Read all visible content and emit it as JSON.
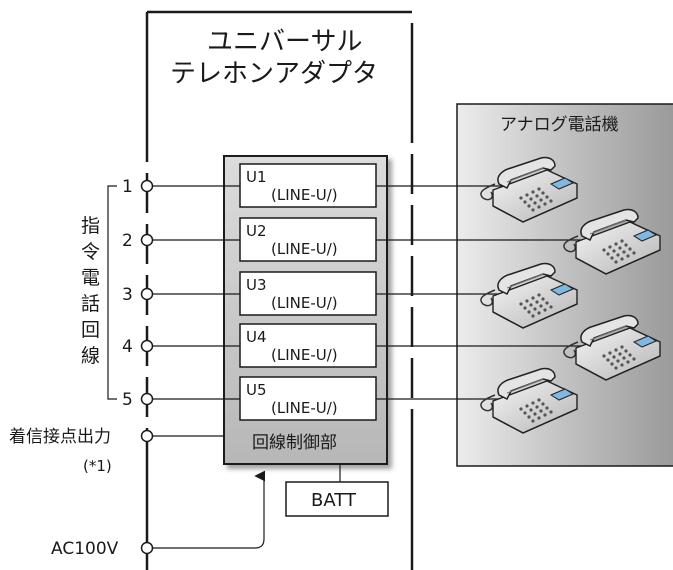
{
  "adapter": {
    "title_line1": "ユニバーサル",
    "title_line2": "テレホンアダプタ"
  },
  "controller": {
    "label": "回線制御部",
    "units": [
      {
        "sup": "U1",
        "text": "(LINE-U/)"
      },
      {
        "sup": "U2",
        "text": "(LINE-U/)"
      },
      {
        "sup": "U3",
        "text": "(LINE-U/)"
      },
      {
        "sup": "U4",
        "text": "(LINE-U/)"
      },
      {
        "sup": "U5",
        "text": "(LINE-U/)"
      }
    ]
  },
  "ports": [
    "1",
    "2",
    "3",
    "4",
    "5"
  ],
  "line_group_label": [
    "指",
    "令",
    "電",
    "話",
    "回",
    "線"
  ],
  "contact_output": {
    "label": "着信接点出力",
    "note": "(*1)"
  },
  "power_label": "AC100V",
  "battery_label": "BATT",
  "phones_panel": {
    "label": "アナログ電話機",
    "fill": "#a9a9a9"
  },
  "colors": {
    "controller_fill": "#c8c8c8",
    "line": "#1a1a1a",
    "phone_body": "#d8d8d8",
    "phone_screen": "#7fb8e0"
  }
}
